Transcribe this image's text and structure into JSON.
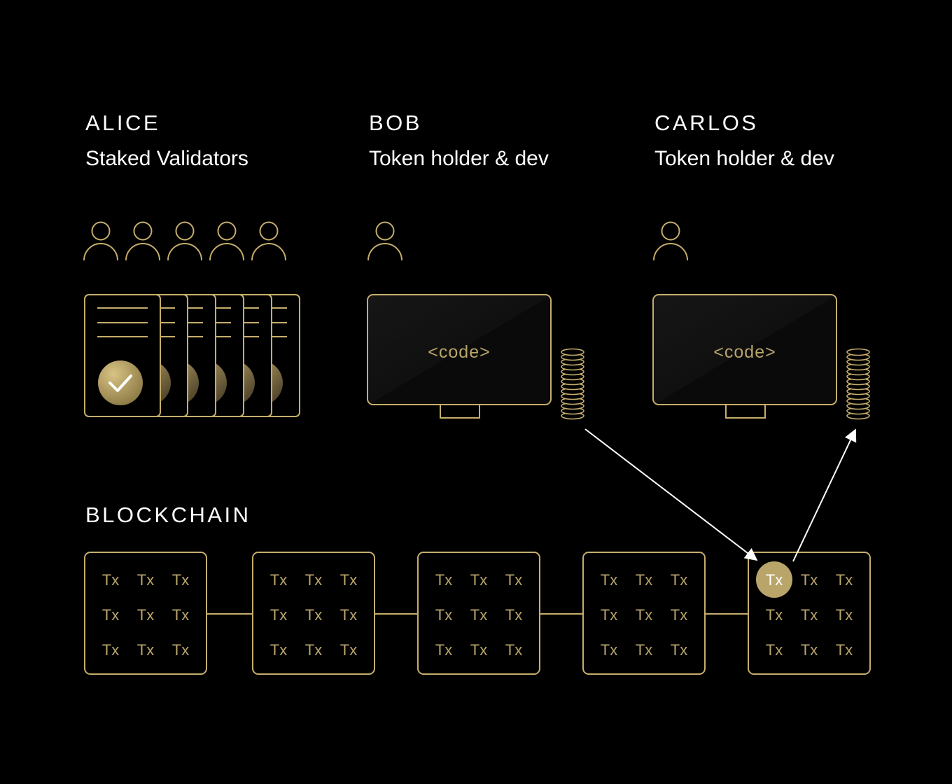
{
  "actors": [
    {
      "name": "ALICE",
      "role": "Staked Validators"
    },
    {
      "name": "BOB",
      "role": "Token holder & dev"
    },
    {
      "name": "CARLOS",
      "role": "Token holder & dev"
    }
  ],
  "screen_label": "<code>",
  "blockchain": {
    "title": "BLOCKCHAIN",
    "tx_label": "Tx",
    "block_count": 5,
    "tx_per_block": 9,
    "highlighted": {
      "block": 5,
      "tx": 1
    }
  },
  "validator_count": 5,
  "colors": {
    "background": "#000000",
    "gold": "#c5ad6c",
    "gold_text": "#b9a46a",
    "white": "#ffffff"
  },
  "icons": [
    "person-icon",
    "document-card-icon",
    "checkmark-icon",
    "monitor-icon",
    "coin-stack-icon",
    "arrow-icon"
  ]
}
